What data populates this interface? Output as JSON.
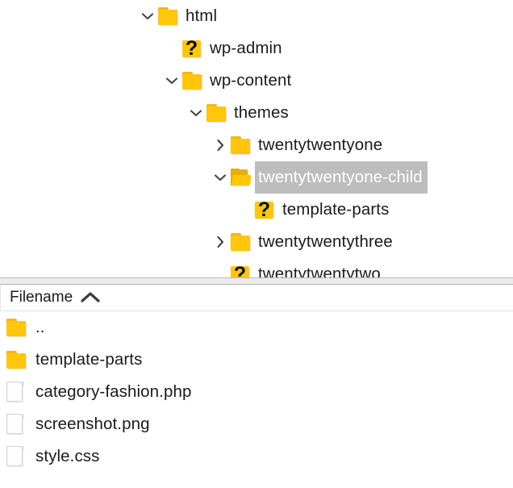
{
  "colors": {
    "folder": "#ffc60b",
    "folder_tab": "#f2b90c",
    "selection_background": "#bdbdbd",
    "selection_text": "#ffffff",
    "text": "#1b1b1b",
    "splitter": "#ececec",
    "divider": "#e2e2e2",
    "file_icon": "#fdfdfd"
  },
  "tree": {
    "name": "directory-tree",
    "rows": [
      {
        "label": "html",
        "indent": 0,
        "icon": "folder-icon",
        "twisty": "chevron-down-icon",
        "expanded": true,
        "selected": false
      },
      {
        "label": "wp-admin",
        "indent": 1,
        "icon": "folder-unknown-icon",
        "twisty": "none",
        "expanded": false,
        "selected": false
      },
      {
        "label": "wp-content",
        "indent": 1,
        "icon": "folder-icon",
        "twisty": "chevron-down-icon",
        "expanded": true,
        "selected": false
      },
      {
        "label": "themes",
        "indent": 2,
        "icon": "folder-icon",
        "twisty": "chevron-down-icon",
        "expanded": true,
        "selected": false
      },
      {
        "label": "twentytwentyone",
        "indent": 3,
        "icon": "folder-icon",
        "twisty": "chevron-right-icon",
        "expanded": false,
        "selected": false
      },
      {
        "label": "twentytwentyone-child",
        "indent": 3,
        "icon": "folder-open-icon",
        "twisty": "chevron-down-icon",
        "expanded": true,
        "selected": true
      },
      {
        "label": "template-parts",
        "indent": 4,
        "icon": "folder-unknown-icon",
        "twisty": "none",
        "expanded": false,
        "selected": false
      },
      {
        "label": "twentytwentythree",
        "indent": 3,
        "icon": "folder-icon",
        "twisty": "chevron-right-icon",
        "expanded": false,
        "selected": false
      },
      {
        "label": "twentytwentytwo",
        "indent": 3,
        "icon": "folder-unknown-icon",
        "twisty": "none",
        "expanded": false,
        "selected": false
      }
    ]
  },
  "splitter": {
    "name": "pane-splitter"
  },
  "file_list": {
    "header": {
      "column_label": "Filename",
      "sort_icon": "chevron-up-icon",
      "sort_direction": "ascending"
    },
    "rows": [
      {
        "label": "..",
        "icon": "folder-icon"
      },
      {
        "label": "template-parts",
        "icon": "folder-icon"
      },
      {
        "label": "category-fashion.php",
        "icon": "file-icon"
      },
      {
        "label": "screenshot.png",
        "icon": "file-icon"
      },
      {
        "label": "style.css",
        "icon": "file-icon"
      }
    ]
  }
}
